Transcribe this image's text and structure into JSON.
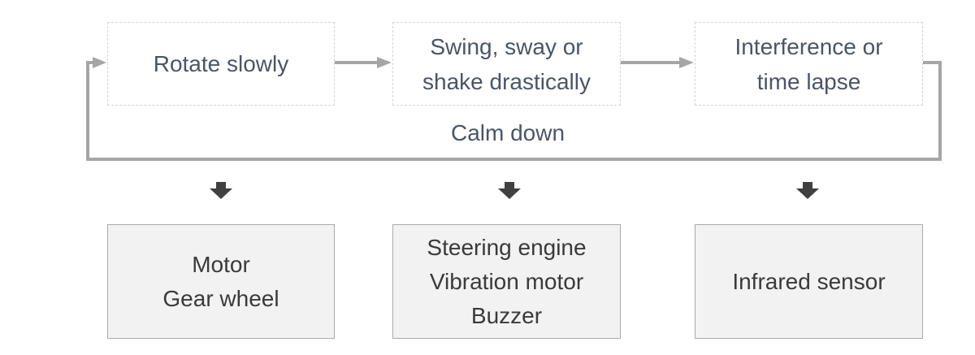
{
  "states": [
    {
      "lines": [
        "Rotate slowly"
      ]
    },
    {
      "lines": [
        "Swing, sway or",
        "shake drastically"
      ]
    },
    {
      "lines": [
        "Interference or",
        "time lapse"
      ]
    }
  ],
  "loop_label": "Calm down",
  "components": [
    {
      "lines": [
        "Motor",
        "Gear wheel"
      ]
    },
    {
      "lines": [
        "Steering engine",
        "Vibration motor",
        "Buzzer"
      ]
    },
    {
      "lines": [
        "Infrared sensor"
      ]
    }
  ],
  "colors": {
    "connector": "#a6a6a6",
    "down_arrow": "#404040",
    "state_border": "#d4d4d4",
    "state_text": "#4a5566",
    "component_fill": "#f2f2f2",
    "component_border": "#a9a9a9"
  }
}
